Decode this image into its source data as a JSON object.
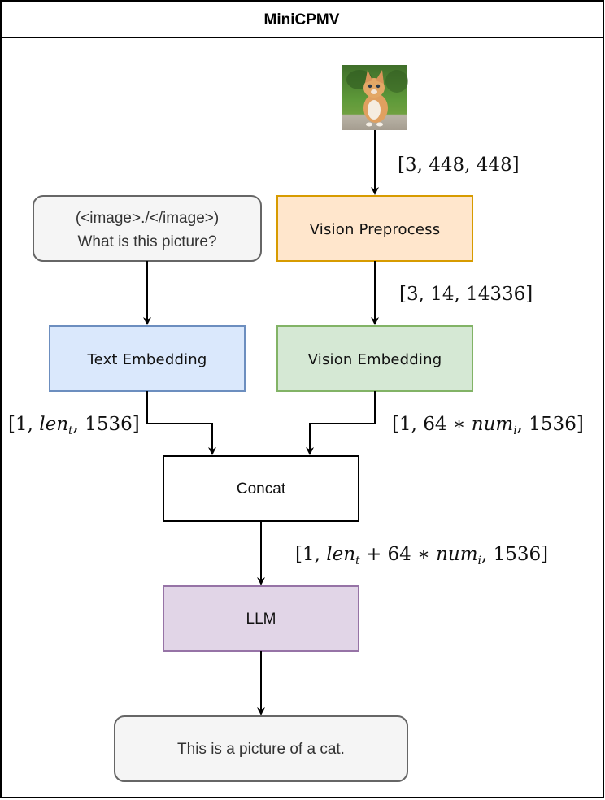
{
  "diagram": {
    "title": "MiniCPMV",
    "nodes": {
      "input_image": {
        "label": "",
        "icon": "cat-photo"
      },
      "prompt": {
        "line1": "(<image>./</image>)",
        "line2": "What is this picture?",
        "fill": "#f5f5f5",
        "stroke": "#666666"
      },
      "vision_preprocess": {
        "label": "Vision Preprocess",
        "fill": "#ffe6cc",
        "stroke": "#d79b00"
      },
      "text_embedding": {
        "label": "Text Embedding",
        "fill": "#dae8fc",
        "stroke": "#6c8ebf"
      },
      "vision_embedding": {
        "label": "Vision Embedding",
        "fill": "#d5e8d4",
        "stroke": "#82b366"
      },
      "concat": {
        "label": "Concat",
        "fill": "#ffffff",
        "stroke": "#000000"
      },
      "llm": {
        "label": "LLM",
        "fill": "#e1d5e7",
        "stroke": "#9673a6"
      },
      "output": {
        "label": "This is a picture of a cat.",
        "fill": "#f5f5f5",
        "stroke": "#666666"
      }
    },
    "edges": {
      "image_to_preprocess": {
        "label": "[3, 448, 448]"
      },
      "preprocess_to_vision_embedding": {
        "label": "[3, 14, 14336]"
      },
      "text_embedding_to_concat": {
        "label_prefix": "[1, ",
        "var": "len",
        "sub": "t",
        "label_suffix": ", 1536]"
      },
      "vision_embedding_to_concat": {
        "label_prefix": "[1, 64 ∗ ",
        "var": "num",
        "sub": "i",
        "label_suffix": ", 1536]"
      },
      "concat_to_llm": {
        "label_prefix": "[1, ",
        "var1": "len",
        "sub1": "t",
        "mid": " + 64 ∗ ",
        "var2": "num",
        "sub2": "i",
        "label_suffix": ", 1536]"
      },
      "prompt_to_text_embedding": {
        "label": ""
      },
      "llm_to_output": {
        "label": ""
      }
    }
  }
}
